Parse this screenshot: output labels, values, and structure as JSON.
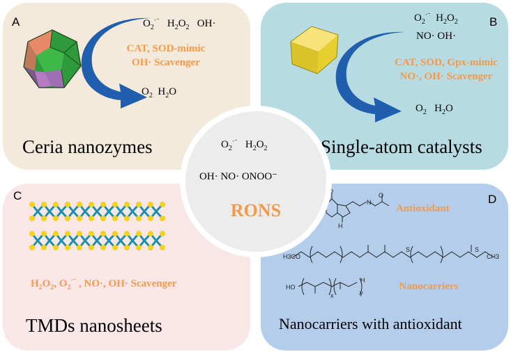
{
  "panels": {
    "a": {
      "letter": "A",
      "title": "Ceria nanozymes",
      "species_top": "O2˙⁻  H2O2  OH·",
      "species_top_parts": [
        "O",
        "2",
        "·⁻",
        "H",
        "2",
        "O",
        "2",
        "OH·"
      ],
      "activity_line1": "CAT, SOD-mimic",
      "activity_line2": "OH· Scavenger",
      "products": "O2  H2O"
    },
    "b": {
      "letter": "B",
      "title": "Single-atom catalysts",
      "activity_line1": "CAT, SOD, Gpx-mimic",
      "activity_line2": "NO·, OH· Scavenger",
      "species_line2": "NO·  OH·",
      "products": "O2  H2O"
    },
    "c": {
      "letter": "C",
      "title": "TMDs nanosheets",
      "scavenger_text": "H2O2, O2˙⁻, NO·, OH· Scavenger"
    },
    "d": {
      "letter": "D",
      "title": "Nanocarriers with antioxidant",
      "antioxidant_label": "Antioxidant",
      "nanocarriers_label": "Nanocarriers",
      "struct_labels": {
        "h3co": "H3CO",
        "ch3": "CH3",
        "ho": "HO",
        "h": "H",
        "x": "x",
        "y": "y",
        "o": "O",
        "s": "S",
        "n": "N",
        "nh": "H"
      }
    }
  },
  "center": {
    "label": "RONS",
    "row2": "OH·  NO·  ONOO⁻"
  },
  "colors": {
    "panel_a": "#f3eadb",
    "panel_b": "#b7dbe2",
    "panel_c": "#f9e6e6",
    "panel_d": "#b4cdea",
    "orange_text": "#f39a4a",
    "arrow_blue": "#1f5fae",
    "sulfur": "#f2d21c",
    "metal": "#1a8fb0"
  }
}
